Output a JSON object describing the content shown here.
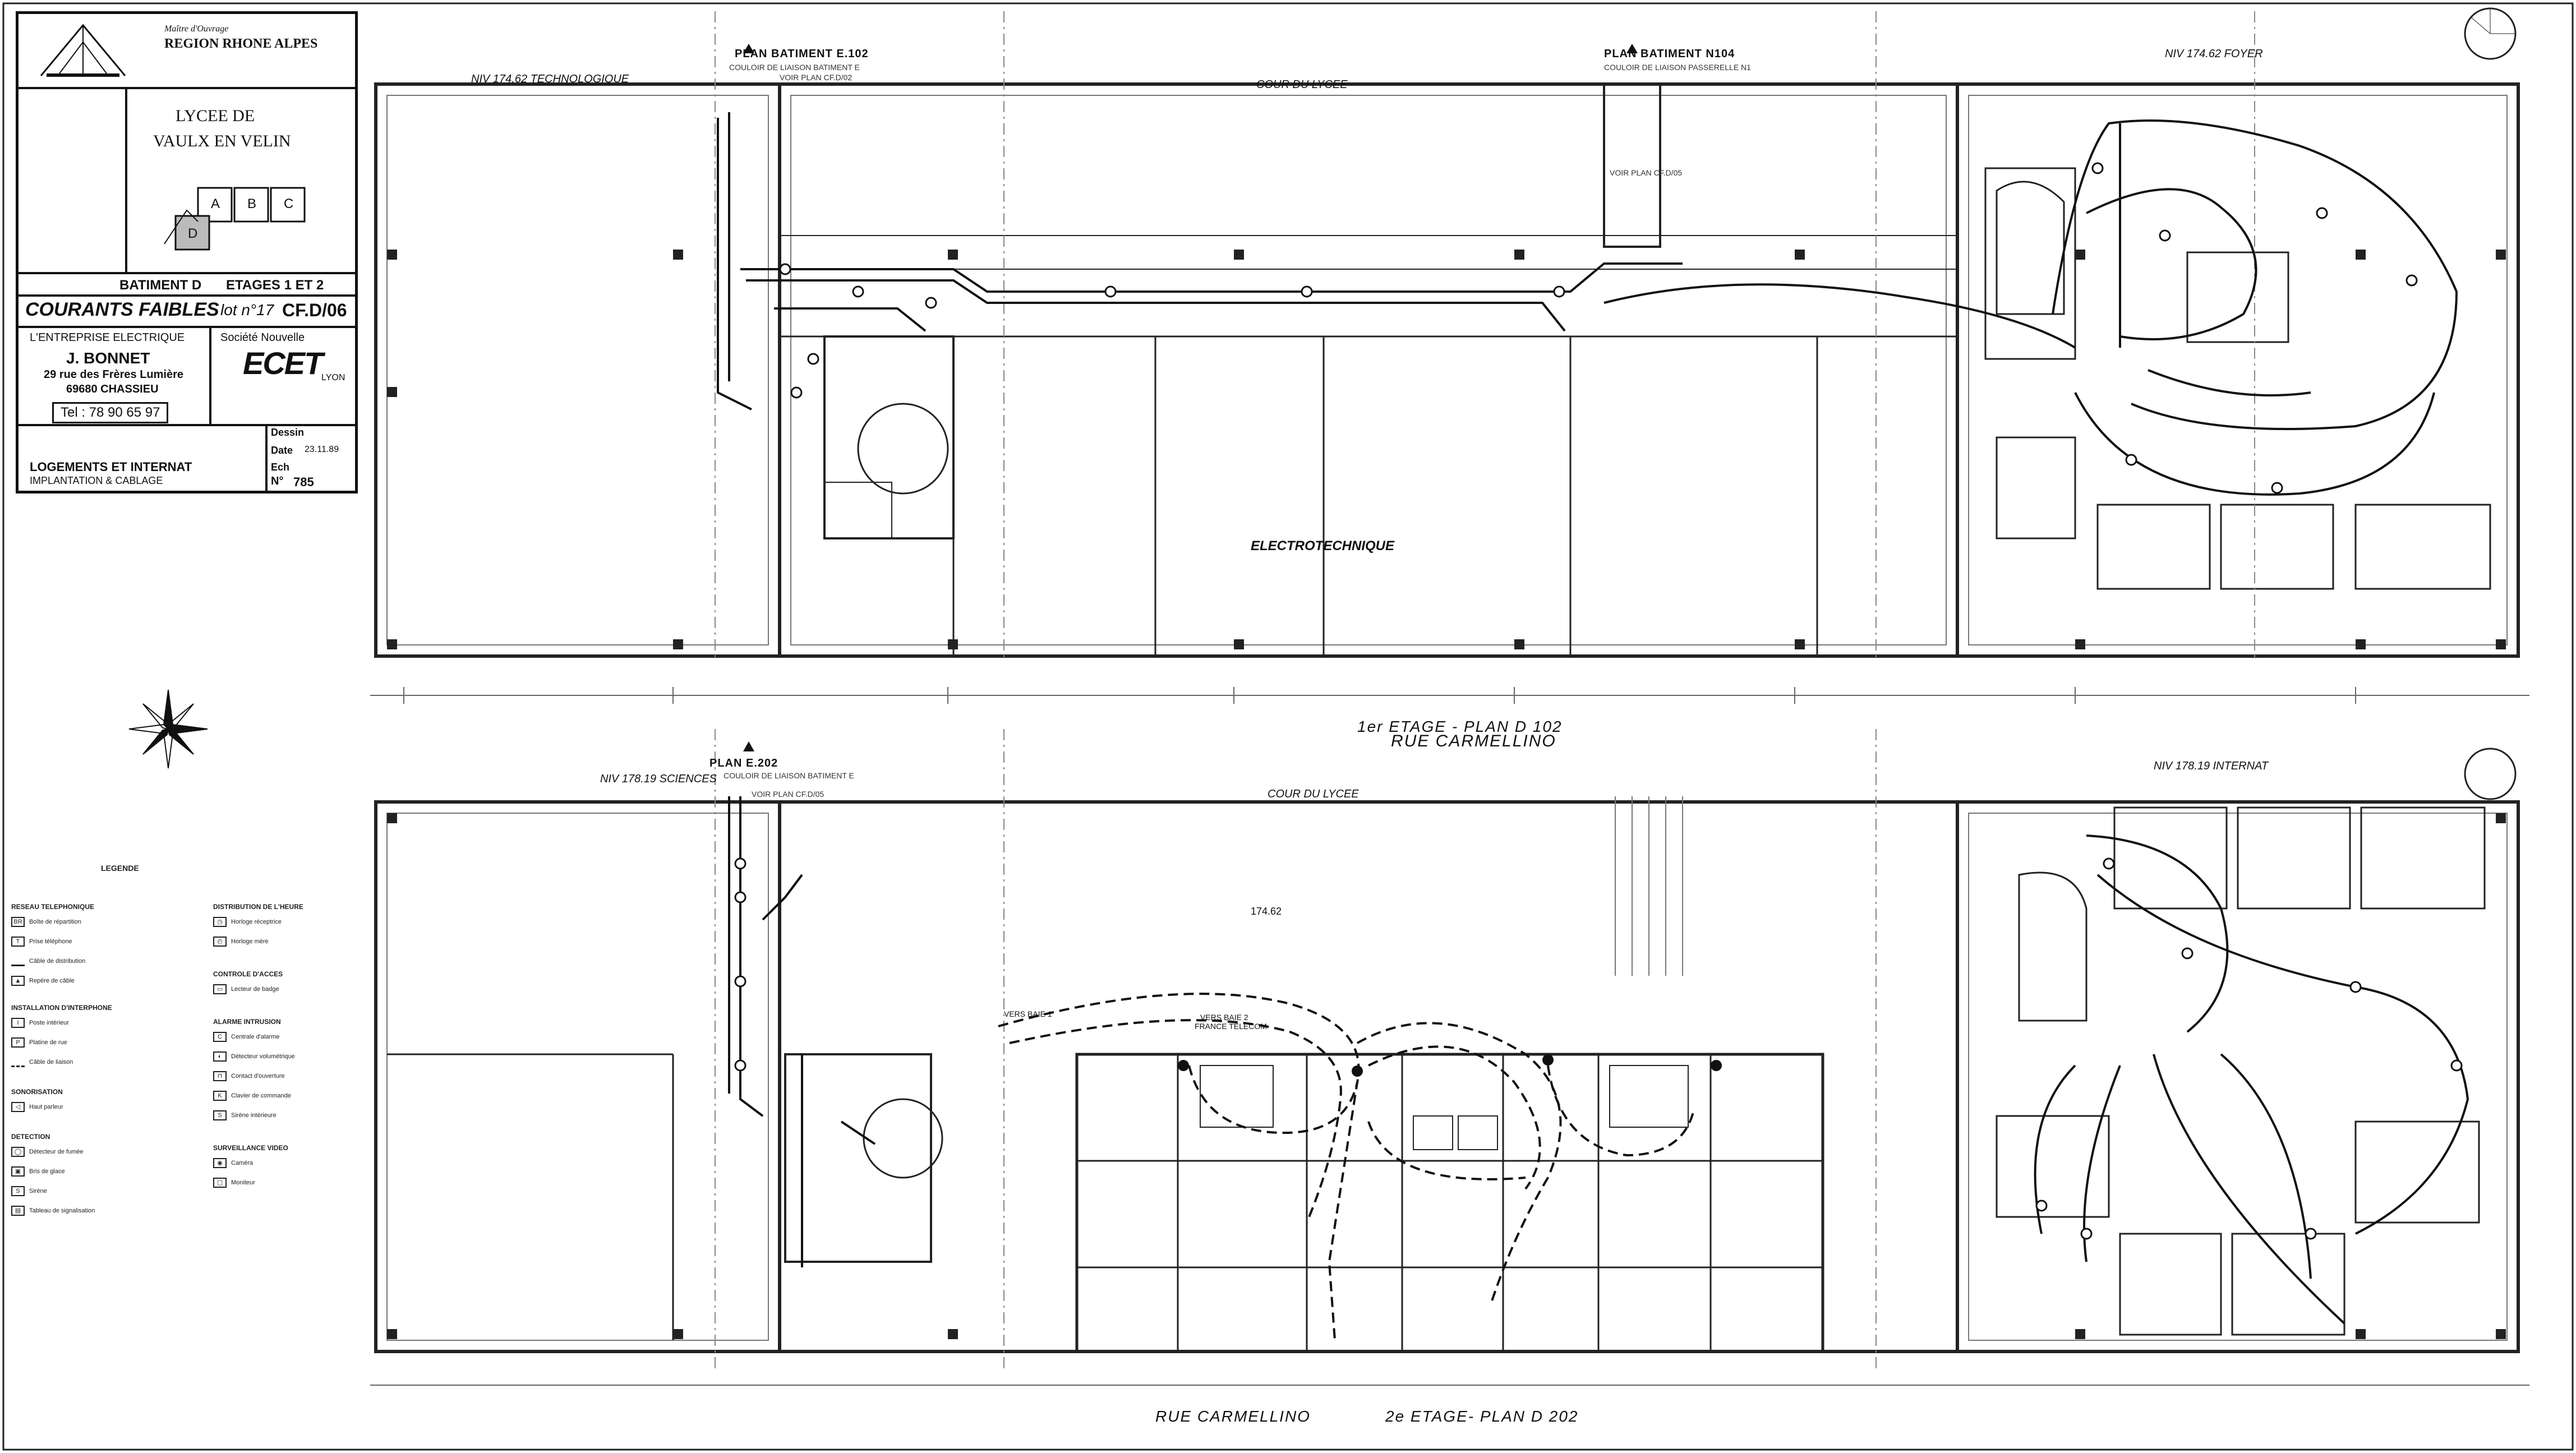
{
  "title_block": {
    "client_label": "Maître d'Ouvrage",
    "client_name": "REGION RHONE ALPES",
    "project_name_1": "LYCEE DE",
    "project_name_2": "VAULX EN VELIN",
    "block_letters": [
      "A",
      "B",
      "C",
      "D"
    ],
    "building": "BATIMENT D",
    "floors": "ETAGES 1 ET 2",
    "lot_title": "COURANTS FAIBLES",
    "lot_number": "lot n°17",
    "doc_code": "CF.D/06",
    "contractor_label": "L'ENTREPRISE ELECTRIQUE",
    "contractor_name": "J. BONNET",
    "contractor_addr1": "29 rue des Frères Lumière",
    "contractor_addr2": "69680 CHASSIEU",
    "contractor_tel": "Tel : 78 90 65 97",
    "engineer_label": "Société Nouvelle",
    "engineer_name": "ECET",
    "engineer_city": "LYON",
    "field_dessin": "Dessin",
    "field_date": "Date",
    "date_value": "23.11.89",
    "field_ech": "Ech",
    "field_no": "N°",
    "doc_number": "785",
    "subject_1": "LOGEMENTS ET INTERNAT",
    "subject_2": "IMPLANTATION & CABLAGE"
  },
  "plans": {
    "floor1_title": "1er ETAGE  -  PLAN D 102",
    "floor2_title": "2e ETAGE- PLAN D 202",
    "street_top": "RUE  CARMELLINO",
    "street_bottom": "RUE  CARMELLINO",
    "courtyard_1": "COUR DU LYCEE",
    "courtyard_2": "COUR DU LYCEE",
    "room_electro": "ELECTROTECHNIQUE",
    "niv_tech": "NIV 174.62  TECHNOLOGIQUE",
    "niv_foyer": "NIV 174.62  FOYER",
    "niv_sciences": "NIV 178.19  SCIENCES",
    "niv_internat": "NIV 178.19  INTERNAT",
    "plan_e102": "PLAN BATIMENT E.102",
    "plan_n104": "PLAN BATIMENT N104",
    "plan_e202": "PLAN E.202",
    "alt_174": "174.62",
    "sub_e102": "COULOIR DE LIAISON BATIMENT E",
    "sub_n104": "COULOIR DE LIAISON PASSERELLE N1",
    "sub_e202": "COULOIR DE LIAISON BATIMENT E",
    "voir_plan_1": "VOIR PLAN CF.D/02",
    "voir_plan_2": "VOIR PLAN CF.D/05",
    "voir_plan_3": "VOIR PLAN CF.D/05",
    "vers_baie_1": "VERS BAIE 1",
    "vers_baie_2": "VERS BAIE 2",
    "france_telecom": "FRANCE TELECOM"
  },
  "legend": {
    "title": "LEGENDE",
    "groups": [
      {
        "head": "RESEAU TELEPHONIQUE",
        "items": [
          "Boîte de répartition",
          "Prise téléphone",
          "Câble de distribution",
          "Repère de câble"
        ]
      },
      {
        "head": "INSTALLATION D'INTERPHONE",
        "items": [
          "Poste intérieur",
          "Platine de rue",
          "Câble de liaison"
        ]
      },
      {
        "head": "SONORISATION",
        "items": [
          "Haut parleur"
        ]
      },
      {
        "head": "DETECTION",
        "items": [
          "Détecteur de fumée",
          "Bris de glace",
          "Sirène",
          "Tableau de signalisation"
        ]
      },
      {
        "head": "DISTRIBUTION DE L'HEURE",
        "items": [
          "Horloge réceptrice",
          "Horloge mère"
        ]
      },
      {
        "head": "CONTROLE D'ACCES",
        "items": [
          "Lecteur de badge"
        ]
      },
      {
        "head": "ALARME INTRUSION",
        "items": [
          "Centrale d'alarme",
          "Détecteur volumétrique",
          "Contact d'ouverture",
          "Clavier de commande",
          "Sirène intérieure"
        ]
      },
      {
        "head": "SURVEILLANCE VIDEO",
        "items": [
          "Caméra",
          "Moniteur"
        ]
      }
    ]
  },
  "colors": {
    "ink": "#111111",
    "paper": "#ffffff",
    "grey": "#777777"
  }
}
